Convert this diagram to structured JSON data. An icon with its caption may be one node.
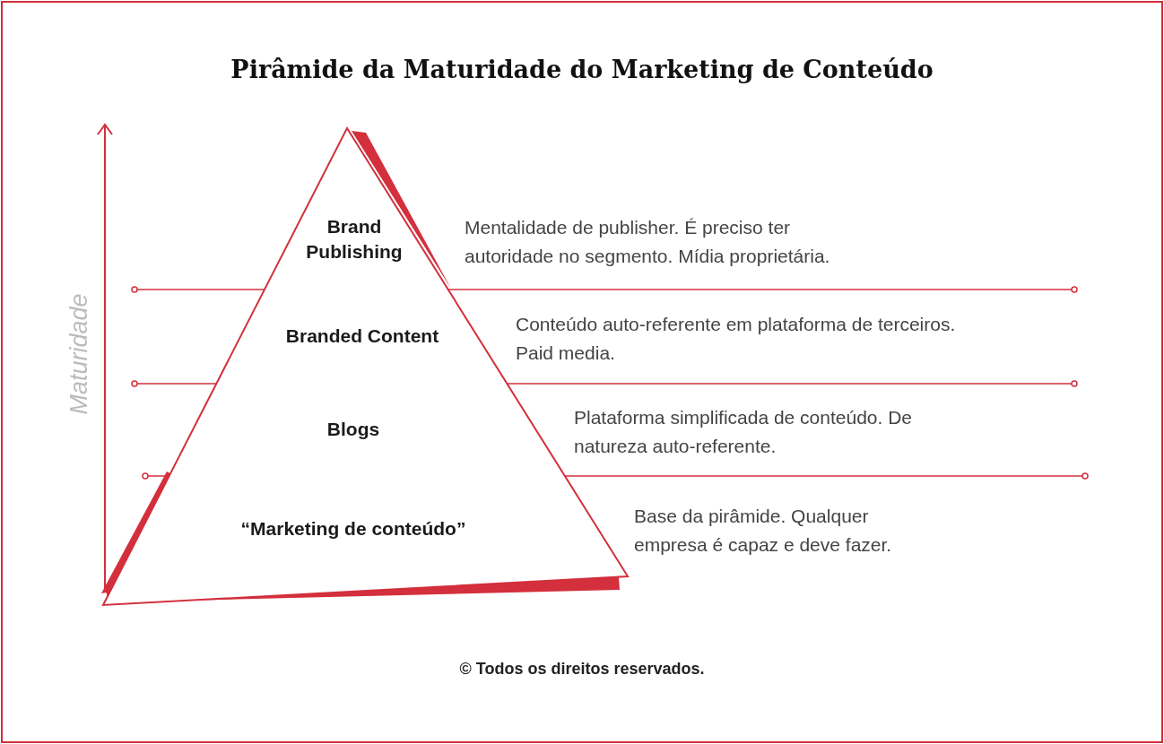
{
  "diagram": {
    "title": "Pirâmide da Maturidade do Marketing de Conteúdo",
    "nodes": [
      {
        "text": [
          "Brand Publishing"
        ]
      },
      {
        "text": [
          "Branded Content"
        ]
      },
      {
        "text": [
          "Blogs"
        ]
      },
      {
        "text": [
          "“Marketing de conteúdo”"
        ]
      }
    ],
    "edges": [],
    "labels": [
      "Mentalidade de publisher. É preciso ter autoridade no segmento. Mídia proprietária.",
      "Maturidade",
      "Conteúdo auto-referente em plataforma de terceiros. Paid media.",
      "Plataforma simplificada de conteúdo. De natureza auto-referente.",
      "Base da pirâmide. Qualquer empresa é capaz e deve fazer.",
      "© Todos os direitos reservados."
    ]
  }
}
